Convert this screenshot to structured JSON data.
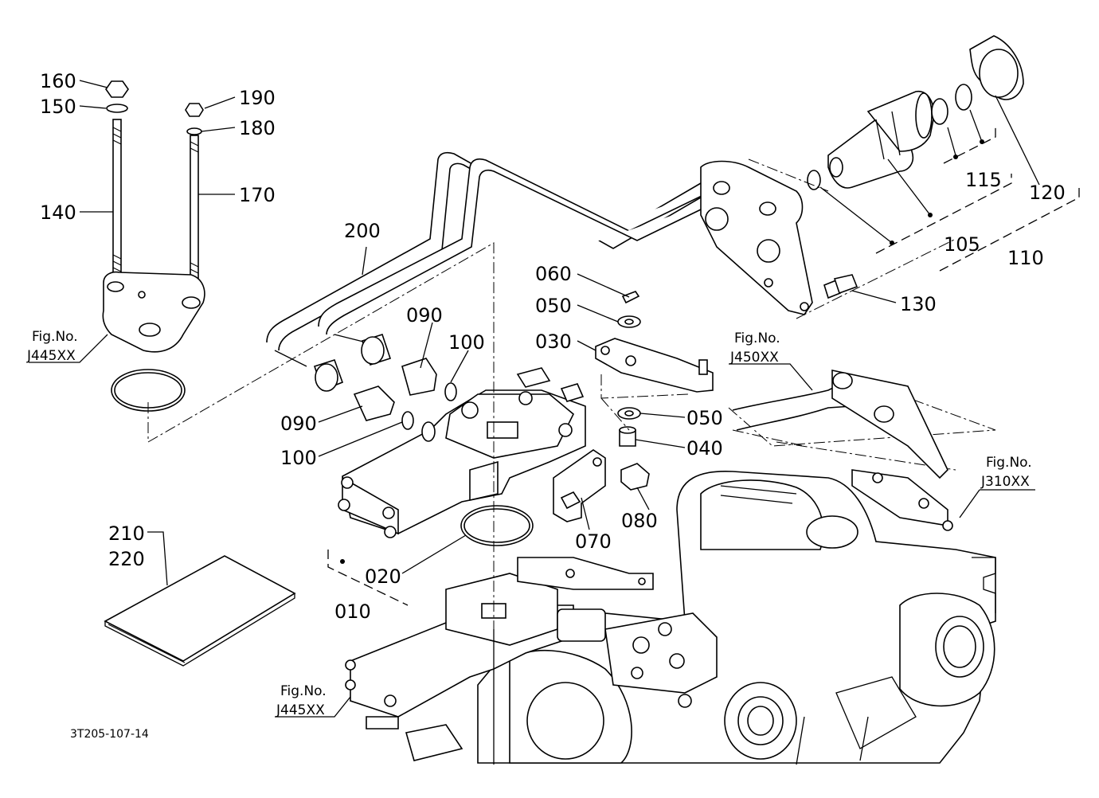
{
  "parts": {
    "p010": "010",
    "p020": "020",
    "p030": "030",
    "p040": "040",
    "p050a": "050",
    "p050b": "050",
    "p060": "060",
    "p070": "070",
    "p080": "080",
    "p090a": "090",
    "p090b": "090",
    "p100a": "100",
    "p100b": "100",
    "p105": "105",
    "p110": "110",
    "p115": "115",
    "p120": "120",
    "p130": "130",
    "p140": "140",
    "p150": "150",
    "p160": "160",
    "p170": "170",
    "p180": "180",
    "p190": "190",
    "p200": "200",
    "p210": "210",
    "p220": "220"
  },
  "refs": {
    "fig_label": "Fig.No.",
    "r1": "J445XX",
    "r2": "J450XX",
    "r3": "J310XX",
    "r4": "J445XX"
  },
  "drawing_code": "3T205-107-14"
}
